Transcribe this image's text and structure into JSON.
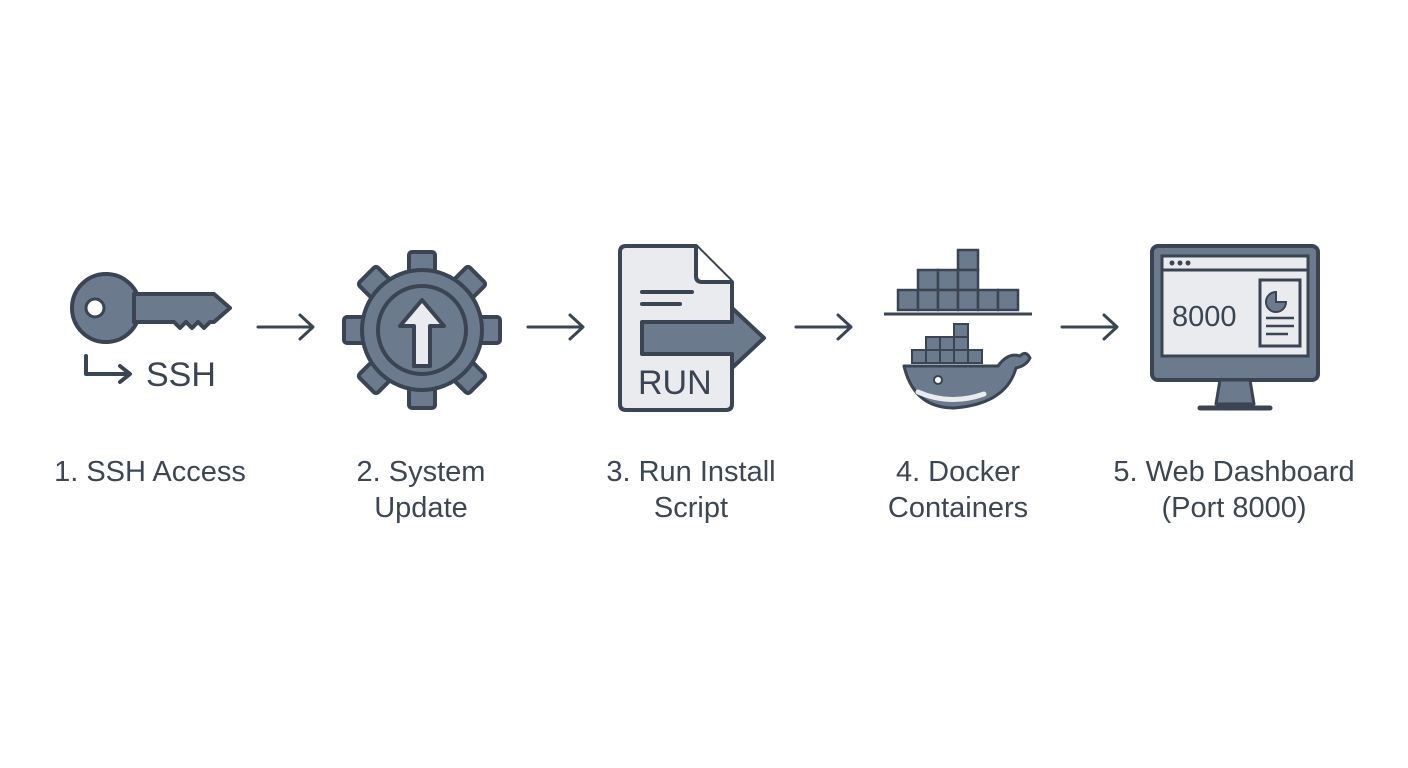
{
  "colors": {
    "icon_fill": "#6b7a8c",
    "icon_stroke": "#3a4452",
    "icon_light": "#e9ebee",
    "text": "#3d4653"
  },
  "steps": [
    {
      "icon": "key-icon",
      "icon_text": "SSH",
      "label_line1": "1. SSH Access",
      "label_line2": ""
    },
    {
      "icon": "gear-update-icon",
      "icon_text": "",
      "label_line1": "2. System",
      "label_line2": "Update"
    },
    {
      "icon": "run-script-icon",
      "icon_text": "RUN",
      "label_line1": "3. Run Install",
      "label_line2": "Script"
    },
    {
      "icon": "docker-icon",
      "icon_text": "",
      "label_line1": "4. Docker",
      "label_line2": "Containers"
    },
    {
      "icon": "dashboard-monitor-icon",
      "icon_text": "8000",
      "label_line1": "5. Web Dashboard",
      "label_line2": "(Port 8000)"
    }
  ]
}
